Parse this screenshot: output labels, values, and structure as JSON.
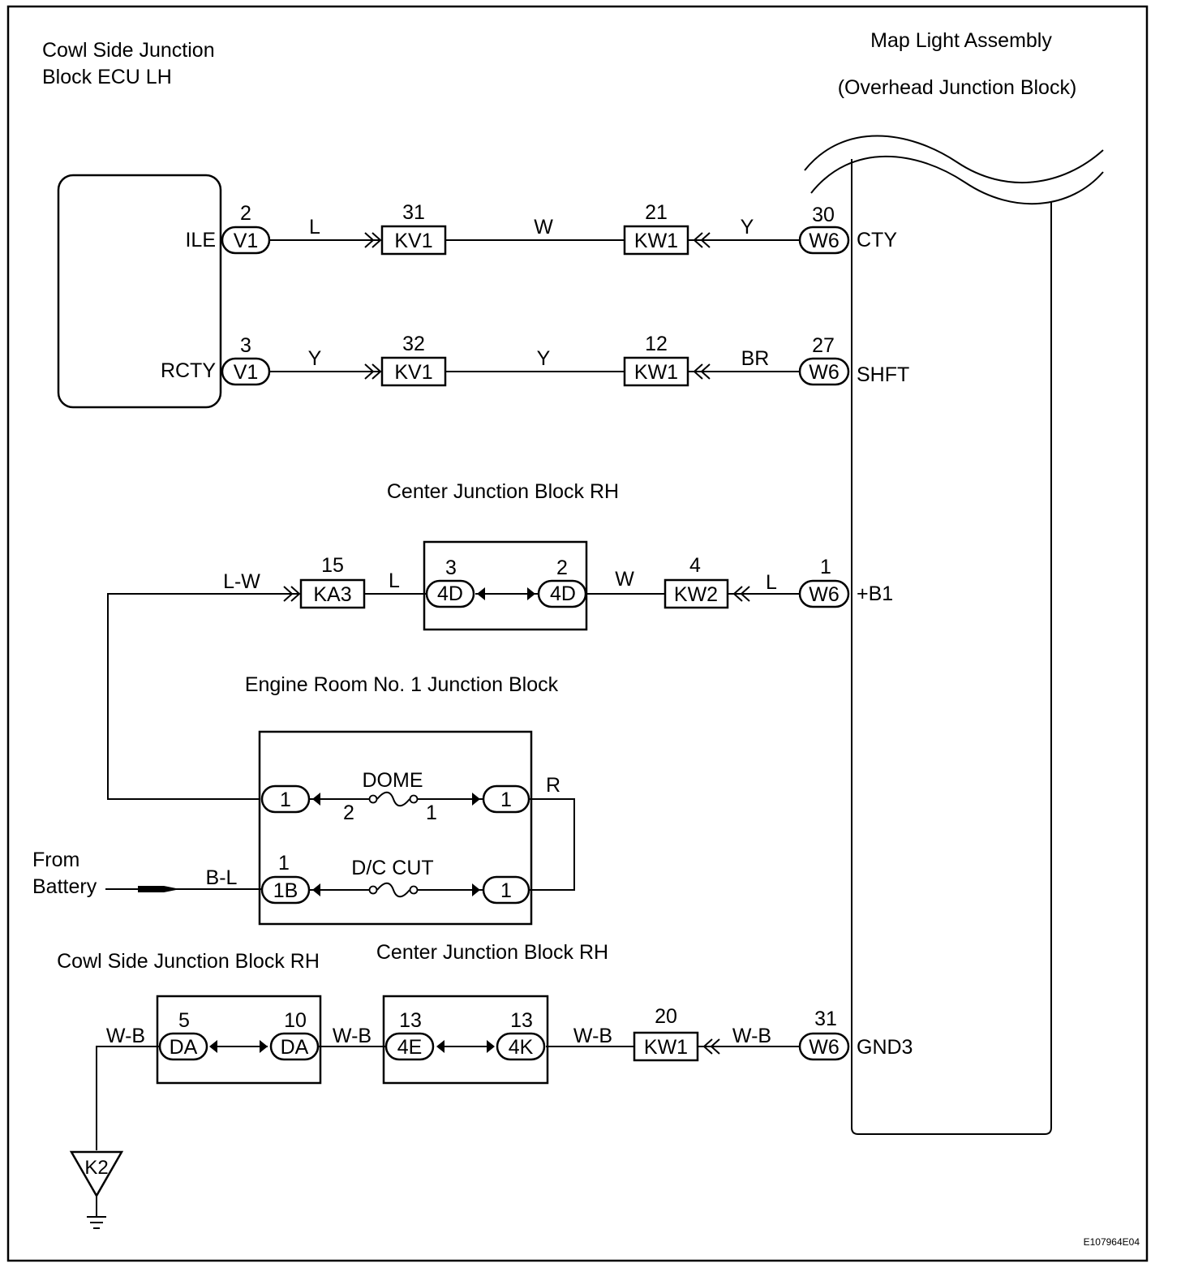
{
  "labels": {
    "cowl_lh_line1": "Cowl Side Junction",
    "cowl_lh_line2": "Block ECU LH",
    "map_light_title": "Map Light Assembly",
    "map_light_sub": "(Overhead Junction Block)",
    "center_jb_rh_top": "Center Junction Block RH",
    "engine_room_jb": "Engine Room No. 1 Junction Block",
    "cowl_rh": "Cowl Side Junction Block RH",
    "center_jb_rh_bottom": "Center Junction Block RH",
    "from_line1": "From",
    "from_line2": "Battery",
    "figure_id": "E107964E04"
  },
  "ecu_pins": [
    "ILE",
    "RCTY"
  ],
  "map_pins": [
    "CTY",
    "SHFT",
    "+B1",
    "GND3"
  ],
  "row1": {
    "v_num": "2",
    "v_conn": "V1",
    "w1": "L",
    "kv_num": "31",
    "kv_conn": "KV1",
    "w2": "W",
    "kw_num": "21",
    "kw_conn": "KW1",
    "w3": "Y",
    "w6_num": "30",
    "w6_conn": "W6"
  },
  "row2": {
    "v_num": "3",
    "v_conn": "V1",
    "w1": "Y",
    "kv_num": "32",
    "kv_conn": "KV1",
    "w2": "Y",
    "kw_num": "12",
    "kw_conn": "KW1",
    "w3": "BR",
    "w6_num": "27",
    "w6_conn": "W6"
  },
  "row3": {
    "w0": "L-W",
    "ka_num": "15",
    "ka_conn": "KA3",
    "w1": "L",
    "d1_num": "3",
    "d1_conn": "4D",
    "d2_num": "2",
    "d2_conn": "4D",
    "w2": "W",
    "kw_num": "4",
    "kw_conn": "KW2",
    "w3": "L",
    "w6_num": "1",
    "w6_conn": "W6"
  },
  "fuses": {
    "dome_name": "DOME",
    "dome_in": "2",
    "dome_out": "1",
    "dome_left_conn": "1",
    "dome_right_conn": "1",
    "wire_r": "R",
    "dc_name": "D/C CUT",
    "dc_left_num": "1",
    "dc_left_conn": "1B",
    "dc_right_conn": "1",
    "wire_bl": "B-L"
  },
  "row4": {
    "w0": "W-B",
    "da1_num": "5",
    "da1_conn": "DA",
    "da2_num": "10",
    "da2_conn": "DA",
    "w1": "W-B",
    "e_num": "13",
    "e_conn": "4E",
    "k_num": "13",
    "k_conn": "4K",
    "w2": "W-B",
    "kw_num": "20",
    "kw_conn": "KW1",
    "w3": "W-B",
    "w6_num": "31",
    "w6_conn": "W6",
    "ground": "K2"
  }
}
